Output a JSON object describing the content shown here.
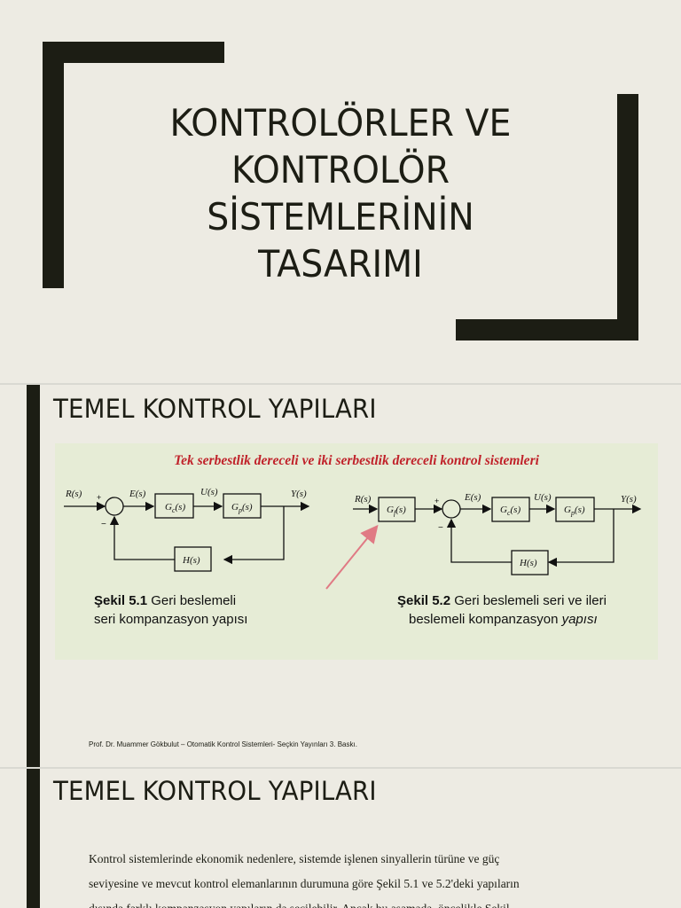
{
  "slide1": {
    "title_lines": [
      "KONTROLÖRLER VE",
      "KONTROLÖR",
      "SİSTEMLERİNİN",
      "TASARIMI"
    ]
  },
  "slide2": {
    "heading": "TEMEL KONTROL YAPILARI",
    "figure": {
      "caption_title": "Tek serbestlik dereceli ve iki serbestlik dereceli kontrol sistemleri",
      "left": {
        "signals": {
          "r": "R(s)",
          "e": "E(s)",
          "u": "U(s)",
          "y": "Y(s)"
        },
        "blocks": {
          "gc": "G",
          "gc_sub": "c",
          "gp": "G",
          "gp_sub": "p",
          "h": "H(s)"
        },
        "sum_plus": "+",
        "sum_minus": "−",
        "label_bold": "Şekil 5.1",
        "label_rest": " Geri beslemeli",
        "label_line2": "seri kompanzasyon yapısı"
      },
      "right": {
        "signals": {
          "r": "R(s)",
          "e": "E(s)",
          "u": "U(s)",
          "y": "Y(s)"
        },
        "blocks": {
          "gf": "G",
          "gf_sub": "f",
          "gc": "G",
          "gc_sub": "c",
          "gp": "G",
          "gp_sub": "p",
          "h": "H(s)"
        },
        "sum_plus": "+",
        "sum_minus": "−",
        "label_bold": "Şekil 5.2",
        "label_rest": " Geri beslemeli seri ve ileri",
        "label_line2_a": "beslemeli kompanzasyon ",
        "label_line2_b": "yapısı"
      }
    },
    "citation": "Prof. Dr. Muammer Gökbulut – Otomatik Kontrol Sistemleri- Seçkin Yayınları 3. Baskı."
  },
  "slide3": {
    "heading": "TEMEL KONTROL YAPILARI",
    "paragraph_lines": [
      "Kontrol sistemlerinde ekonomik nedenlere, sistemde işlenen sinyallerin türüne ve güç",
      "seviyesine ve mevcut kontrol elemanlarının durumuna göre Şekil 5.1 ve 5.2'deki yapıların",
      "dışında farklı kompanzasyon yapıların da seçilebilir. Ancak bu aşamada, öncelikle Şekil"
    ]
  },
  "colors": {
    "background": "#edebe3",
    "accent_dark": "#1c1d14",
    "figure_bg": "#e6ecd6",
    "figure_title": "#c0222a",
    "arrow": "#e07a84"
  }
}
